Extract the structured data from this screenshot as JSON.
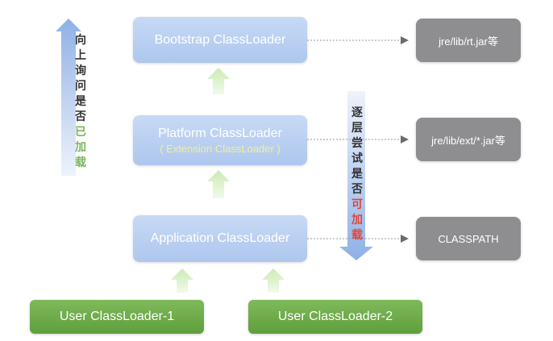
{
  "loaders": {
    "bootstrap": "Bootstrap ClassLoader",
    "platform": "Platform ClassLoader",
    "platform_sub": "( Extension ClassLoader )",
    "application": "Application ClassLoader"
  },
  "paths": {
    "bootstrap": "jre/lib/rt.jar等",
    "platform": "jre/lib/ext/*.jar等",
    "application": "CLASSPATH"
  },
  "users": {
    "user1": "User ClassLoader-1",
    "user2": "User ClassLoader-2"
  },
  "arrows": {
    "left_chars": [
      "向",
      "上",
      "询",
      "问",
      "是",
      "否",
      "已",
      "加",
      "载"
    ],
    "right_chars": [
      "逐",
      "层",
      "尝",
      "试",
      "是",
      "否",
      "可",
      "加",
      "载"
    ]
  },
  "colors": {
    "loader_fill": "#aec7ee",
    "path_fill": "#8e8e90",
    "user_fill": "#6aa845",
    "up_arrow_green": "#d7f0c6",
    "highlight_green": "#7ab55c",
    "highlight_red": "#e2463a",
    "sub_label_yellow": "#f4f08a"
  }
}
